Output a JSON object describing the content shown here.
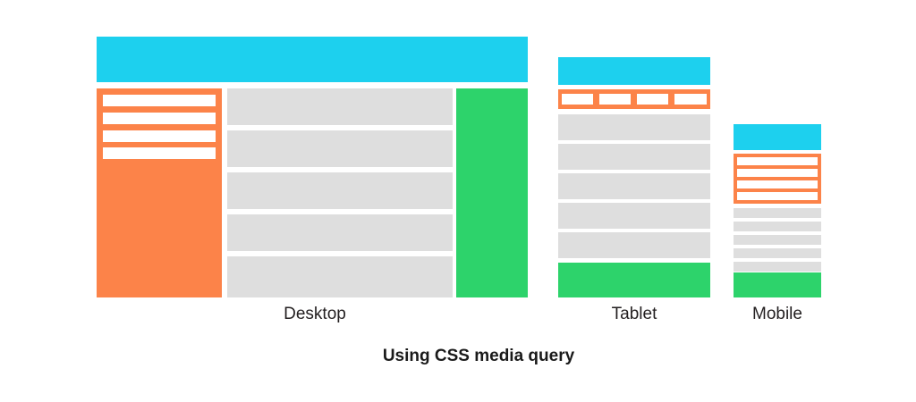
{
  "caption": "Using CSS media query",
  "palette": {
    "header_blue": "#1DD0EE",
    "nav_orange": "#FC8349",
    "content_gray": "#DEDEDE",
    "footer_green": "#2DD36B",
    "nav_item_white": "#FFFFFF",
    "background": "#FFFFFF",
    "label_text": "#231F20"
  },
  "devices": [
    {
      "id": "desktop",
      "label": "Desktop",
      "layout": "three-column",
      "header": {
        "color": "#1DD0EE"
      },
      "nav": {
        "color": "#FC8349",
        "orientation": "vertical",
        "position": "left-sidebar",
        "item_count": 4
      },
      "content": {
        "color": "#DEDEDE",
        "orientation": "vertical",
        "position": "center",
        "block_count": 5
      },
      "footer": {
        "color": "#2DD36B",
        "orientation": "vertical",
        "position": "right-column"
      }
    },
    {
      "id": "tablet",
      "label": "Tablet",
      "layout": "stacked-wide",
      "header": {
        "color": "#1DD0EE"
      },
      "nav": {
        "color": "#FC8349",
        "orientation": "horizontal",
        "position": "top-bar",
        "item_count": 4
      },
      "content": {
        "color": "#DEDEDE",
        "orientation": "vertical",
        "position": "center",
        "block_count": 5
      },
      "footer": {
        "color": "#2DD36B",
        "orientation": "horizontal",
        "position": "bottom"
      }
    },
    {
      "id": "mobile",
      "label": "Mobile",
      "layout": "stacked-narrow",
      "header": {
        "color": "#1DD0EE"
      },
      "nav": {
        "color": "#FC8349",
        "orientation": "vertical",
        "position": "below-header",
        "item_count": 4
      },
      "content": {
        "color": "#DEDEDE",
        "orientation": "vertical",
        "position": "center",
        "block_count": 5
      },
      "footer": {
        "color": "#2DD36B",
        "orientation": "horizontal",
        "position": "bottom"
      }
    }
  ]
}
